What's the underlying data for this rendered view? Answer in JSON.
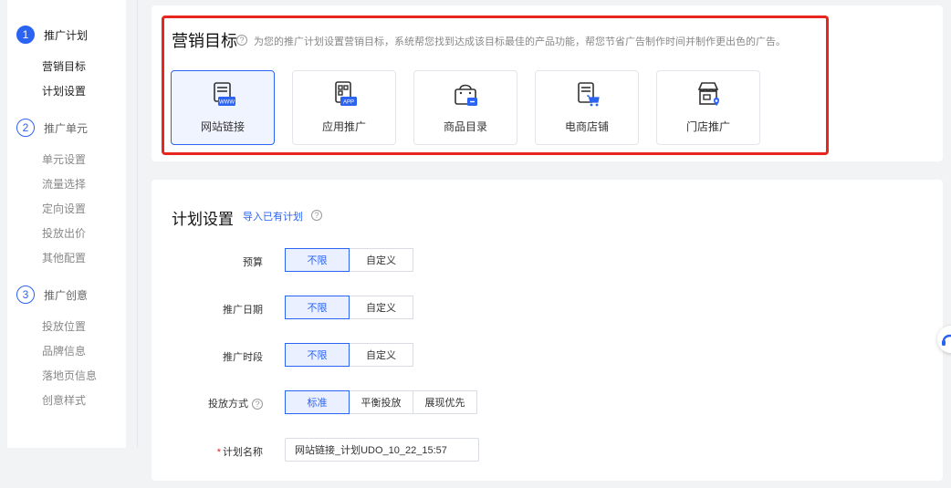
{
  "sidebar": {
    "steps": [
      {
        "num": "1",
        "label": "推广计划",
        "items": [
          "营销目标",
          "计划设置"
        ]
      },
      {
        "num": "2",
        "label": "推广单元",
        "items": [
          "单元设置",
          "流量选择",
          "定向设置",
          "投放出价",
          "其他配置"
        ]
      },
      {
        "num": "3",
        "label": "推广创意",
        "items": [
          "投放位置",
          "品牌信息",
          "落地页信息",
          "创意样式"
        ]
      }
    ]
  },
  "goal": {
    "title": "营销目标",
    "description": "为您的推广计划设置营销目标，系统帮您找到达成该目标最佳的产品功能，帮您节省广告制作时间并制作更出色的广告。",
    "cards": [
      {
        "label": "网站链接",
        "icon": "website-link-icon",
        "badge": "WWW",
        "selected": true
      },
      {
        "label": "应用推广",
        "icon": "app-promotion-icon",
        "badge": "APP",
        "selected": false
      },
      {
        "label": "商品目录",
        "icon": "product-catalog-icon",
        "selected": false
      },
      {
        "label": "电商店铺",
        "icon": "ecommerce-store-icon",
        "selected": false
      },
      {
        "label": "门店推广",
        "icon": "store-promotion-icon",
        "selected": false
      }
    ]
  },
  "plan": {
    "title": "计划设置",
    "import_link": "导入已有计划",
    "budget": {
      "label": "预算",
      "options": [
        "不限",
        "自定义"
      ],
      "selected": "不限"
    },
    "date": {
      "label": "推广日期",
      "options": [
        "不限",
        "自定义"
      ],
      "selected": "不限"
    },
    "time": {
      "label": "推广时段",
      "options": [
        "不限",
        "自定义"
      ],
      "selected": "不限"
    },
    "delivery": {
      "label": "投放方式",
      "options": [
        "标准",
        "平衡投放",
        "展现优先"
      ],
      "selected": "标准"
    },
    "name": {
      "label": "计划名称",
      "value": "网站链接_计划UDO_10_22_15:57"
    }
  },
  "colors": {
    "accent": "#2b63f3",
    "highlight_frame": "#e6261f"
  }
}
